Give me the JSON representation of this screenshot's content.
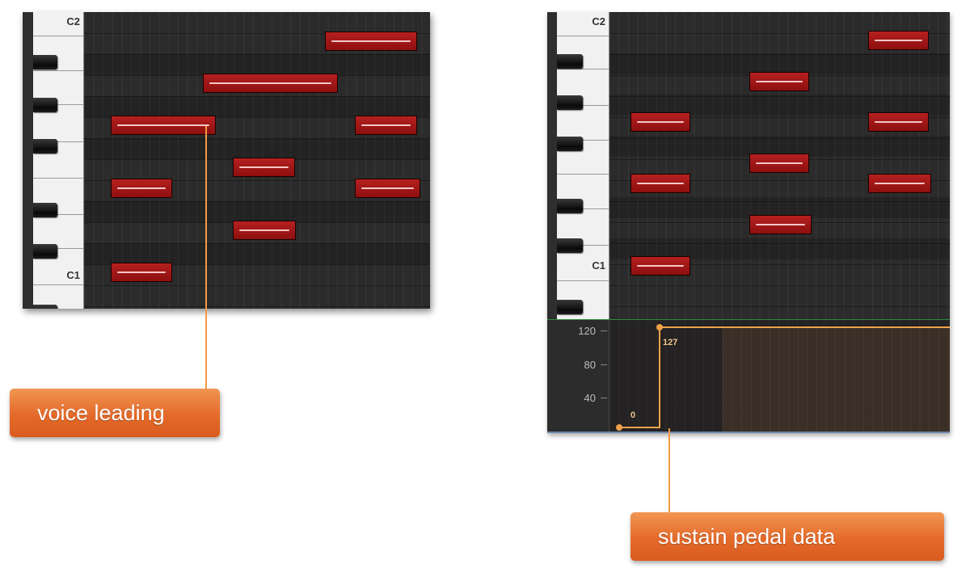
{
  "piano_roll_left": {
    "octave_labels": {
      "upper": "C2",
      "lower": "C1"
    }
  },
  "piano_roll_right": {
    "octave_labels": {
      "upper": "C2",
      "lower": "C1"
    },
    "controller_lane": {
      "axis_ticks": [
        "120",
        "80",
        "40"
      ],
      "start_value": "0",
      "end_value": "127",
      "line_color": "#f0a24a"
    }
  },
  "callouts": {
    "voice_leading": "voice leading",
    "sustain_pedal": "sustain pedal data"
  },
  "colors": {
    "note_fill": "#a81818",
    "callout": "#e8712e",
    "grid_background": "#2b2b2b"
  }
}
